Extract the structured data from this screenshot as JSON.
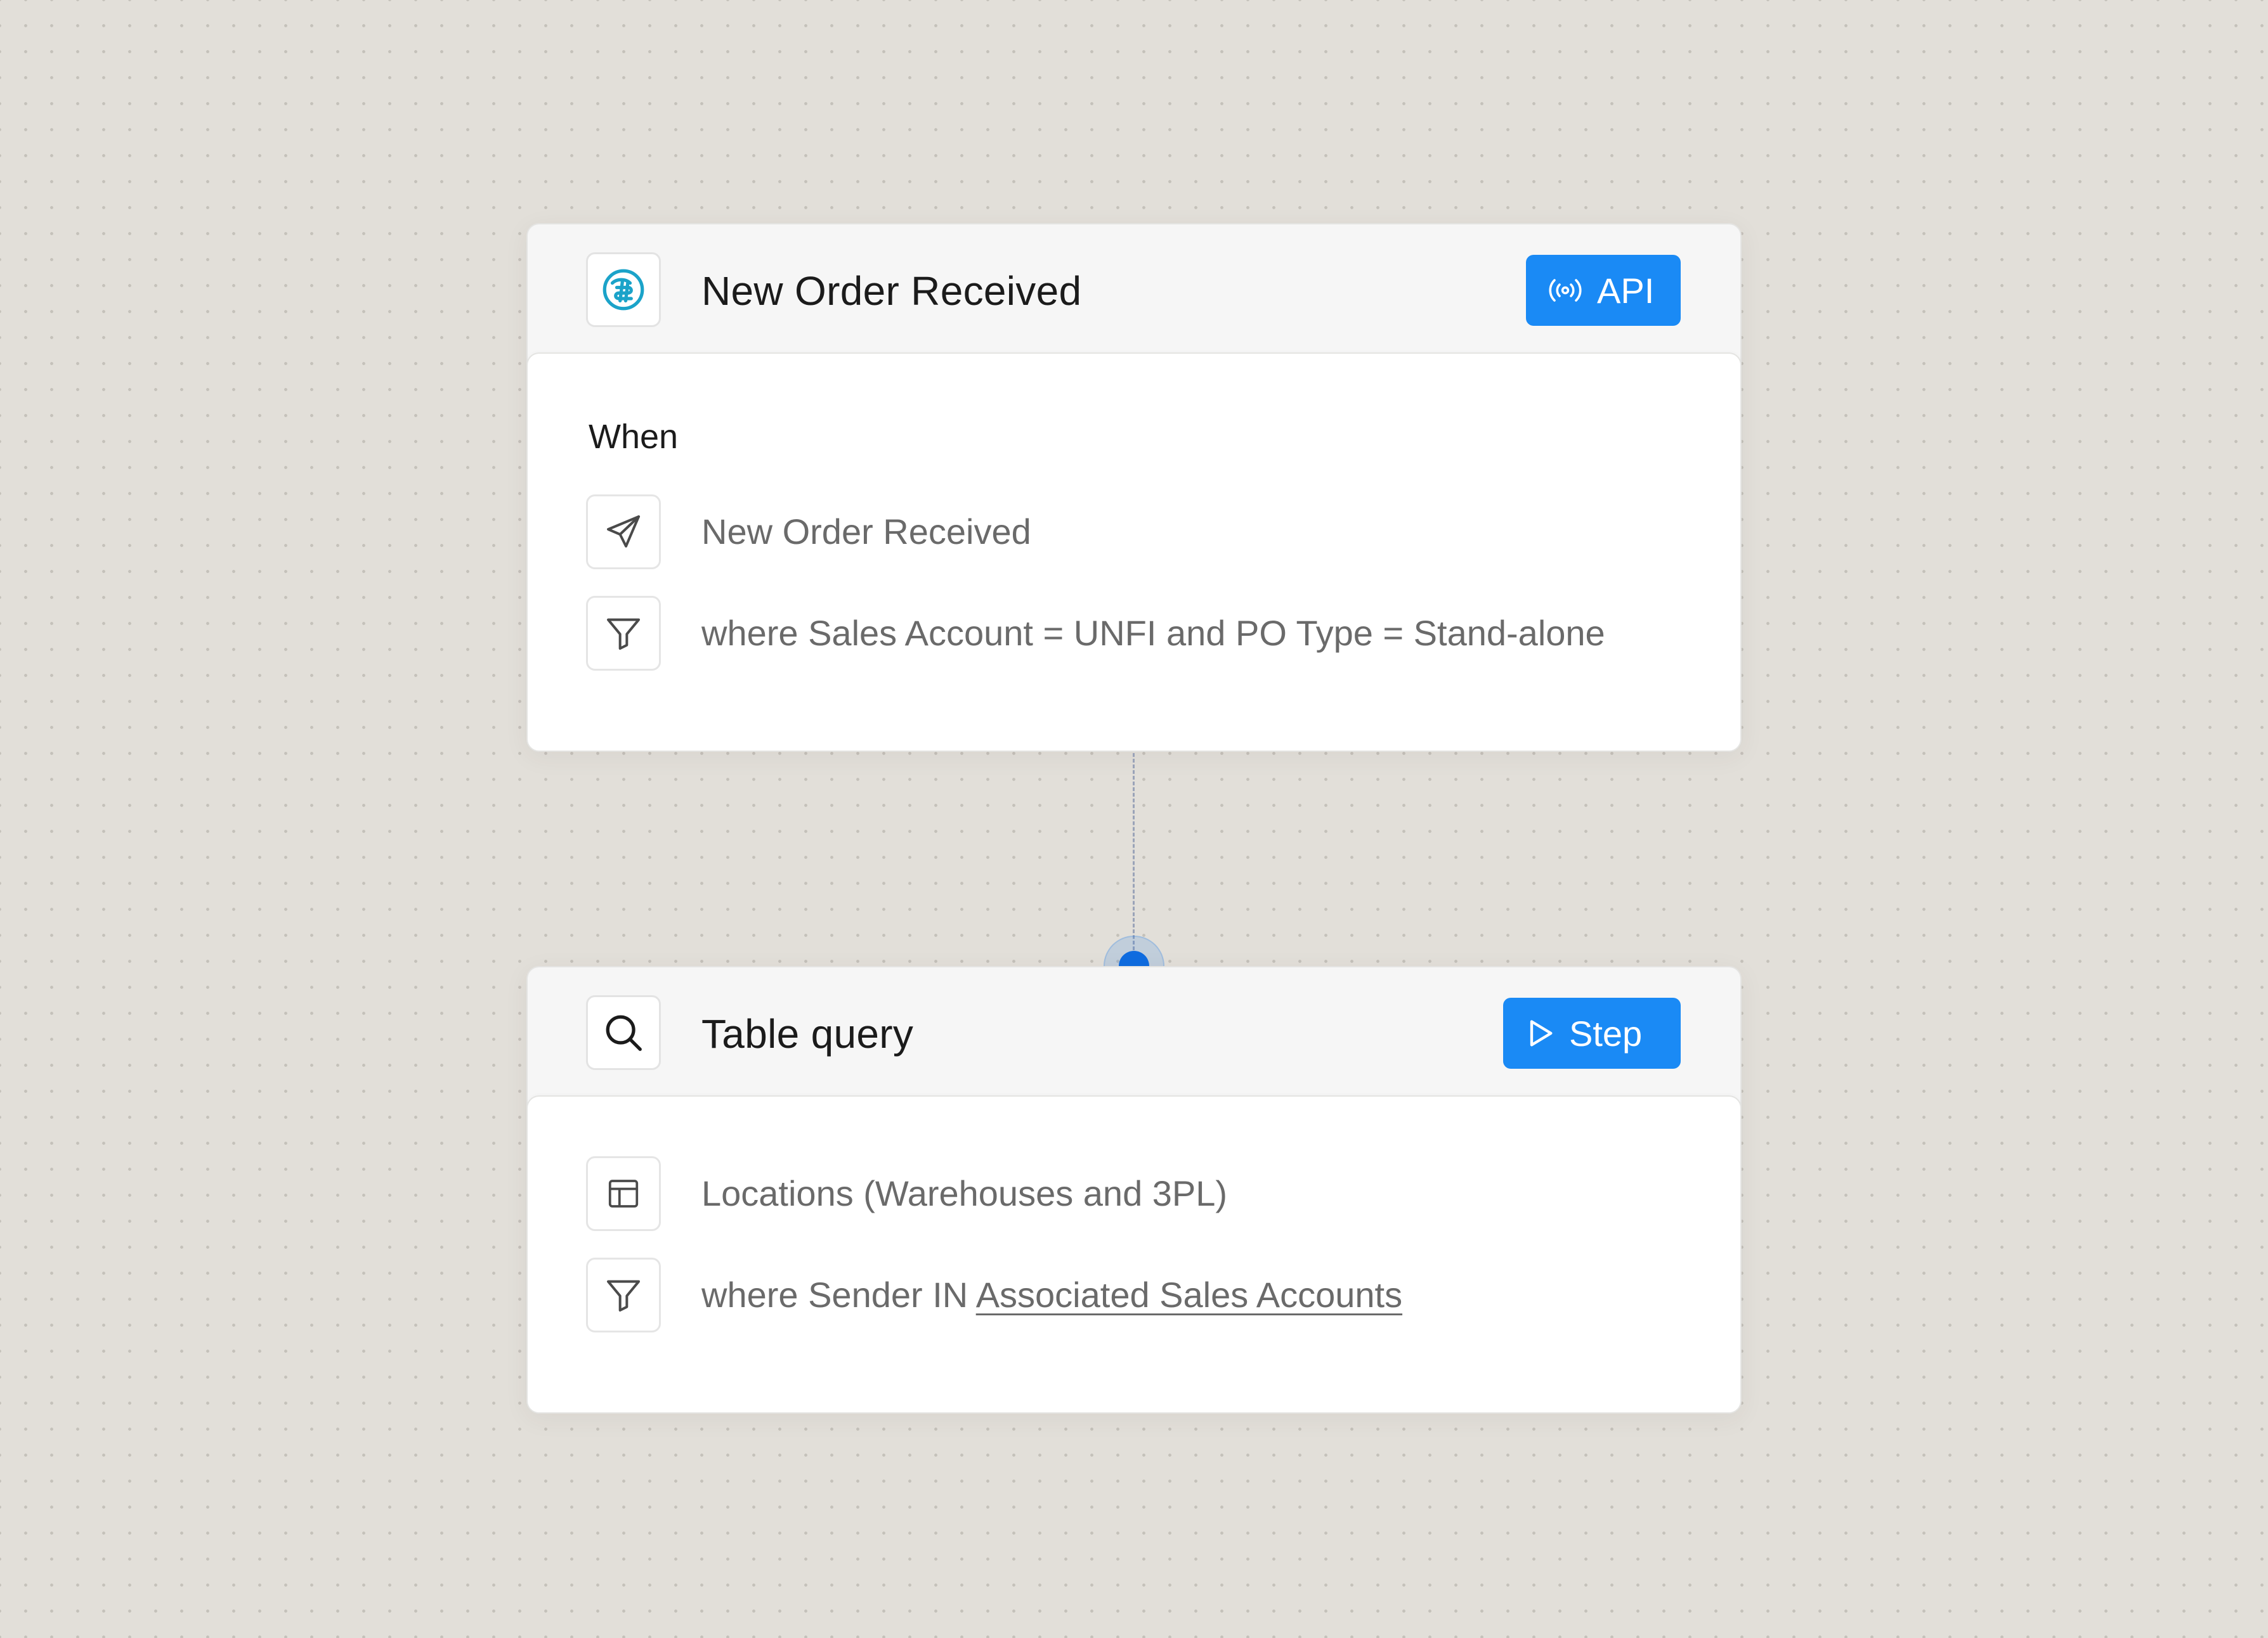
{
  "trigger": {
    "title": "New Order Received",
    "badge_label": "API",
    "badge_icon": "broadcast-icon",
    "app_icon": "app-logo-icon",
    "section_label": "When",
    "rows": [
      {
        "icon": "send-icon",
        "text": "New Order Received"
      },
      {
        "icon": "filter-icon",
        "text": "where Sales Account = UNFI and PO Type = Stand-alone"
      }
    ]
  },
  "step": {
    "title": "Table query",
    "badge_label": "Step",
    "badge_icon": "play-icon",
    "app_icon": "search-icon",
    "rows": [
      {
        "icon": "table-icon",
        "text": "Locations (Warehouses and 3PL)"
      },
      {
        "icon": "filter-icon",
        "text_prefix": "where Sender IN ",
        "link_text": "Associated Sales Accounts"
      }
    ]
  },
  "colors": {
    "accent": "#1a8af5",
    "connector_dot": "#0f6ce0",
    "background": "#e2dfd9",
    "logo": "#1ba3c9"
  }
}
